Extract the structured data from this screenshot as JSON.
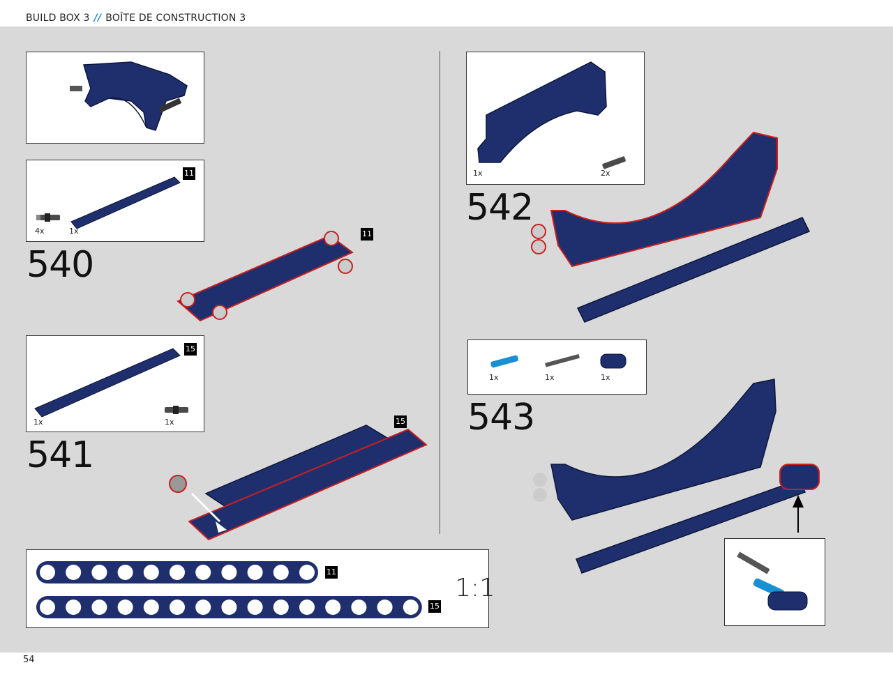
{
  "header": {
    "title_en": "BUILD BOX 3",
    "separator": "//",
    "title_fr": "BOÎTE DE CONSTRUCTION 3"
  },
  "page_number": "54",
  "colors": {
    "part_blue": "#1f2f6e",
    "highlight_red": "#cc1f1f",
    "accent_blue": "#1a8fd1",
    "canvas": "#d9d9d9"
  },
  "steps": [
    {
      "number": "540",
      "parts": [
        {
          "qty": "4x",
          "icon": "connector-pin-icon"
        },
        {
          "qty": "1x",
          "icon": "beam-11-icon",
          "length": "11"
        }
      ],
      "assembly_length": "11"
    },
    {
      "number": "541",
      "parts": [
        {
          "qty": "1x",
          "icon": "beam-15-icon",
          "length": "15"
        },
        {
          "qty": "1x",
          "icon": "connector-pin-icon"
        }
      ],
      "assembly_length": "15"
    },
    {
      "number": "542",
      "parts": [
        {
          "qty": "1x",
          "icon": "arch-panel-icon"
        },
        {
          "qty": "2x",
          "icon": "connector-pin-icon"
        }
      ]
    },
    {
      "number": "543",
      "parts": [
        {
          "qty": "1x",
          "icon": "blue-axle-pin-icon"
        },
        {
          "qty": "1x",
          "icon": "axle-icon"
        },
        {
          "qty": "1x",
          "icon": "connector-block-icon"
        }
      ]
    }
  ],
  "scale_reference": {
    "ratio": "1:1",
    "beams": [
      {
        "length": "11",
        "holes": 11
      },
      {
        "length": "15",
        "holes": 15
      }
    ]
  }
}
